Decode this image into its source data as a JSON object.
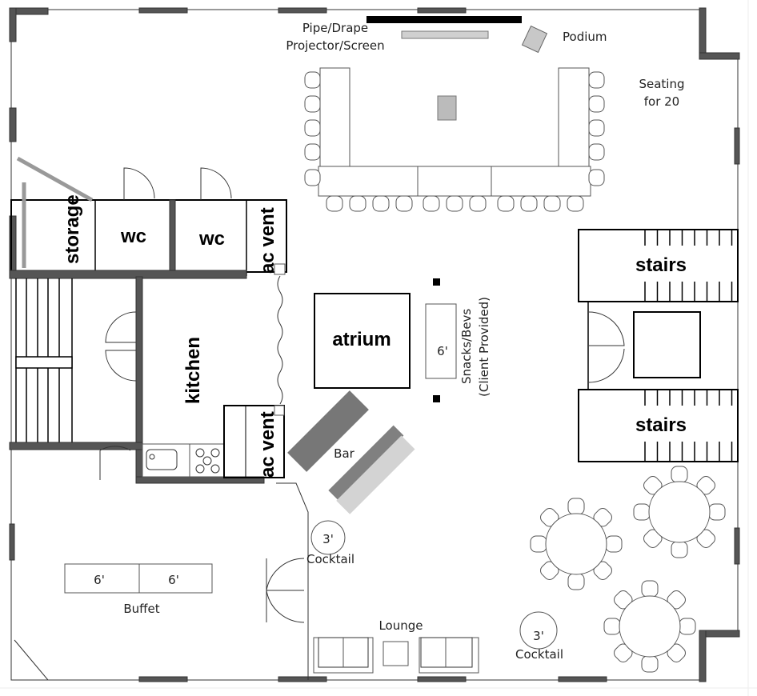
{
  "labels": {
    "pipe_drape": "Pipe/Drape",
    "projector_screen": "Projector/Screen",
    "podium": "Podium",
    "seating_line1": "Seating",
    "seating_line2": "for 20",
    "storage": "storage",
    "wc1": "wc",
    "wc2": "wc",
    "ac_vent_top": "ac vent",
    "ac_vent_bottom": "ac vent",
    "kitchen": "kitchen",
    "atrium": "atrium",
    "snacks_size": "6'",
    "snacks_line1": "Snacks/Bevs",
    "snacks_line2": "(Client Provided)",
    "stairs_top": "stairs",
    "stairs_bottom": "stairs",
    "bar": "Bar",
    "cocktail1_size": "3'",
    "cocktail1": "Cocktail",
    "cocktail2_size": "3'",
    "cocktail2": "Cocktail",
    "buffet_table1": "6'",
    "buffet_table2": "6'",
    "buffet": "Buffet",
    "lounge": "Lounge"
  },
  "colors": {
    "wall": "#555555",
    "bar_dark": "#777777",
    "bar_light": "#d3d3d3",
    "screen": "#d0d0d0"
  }
}
